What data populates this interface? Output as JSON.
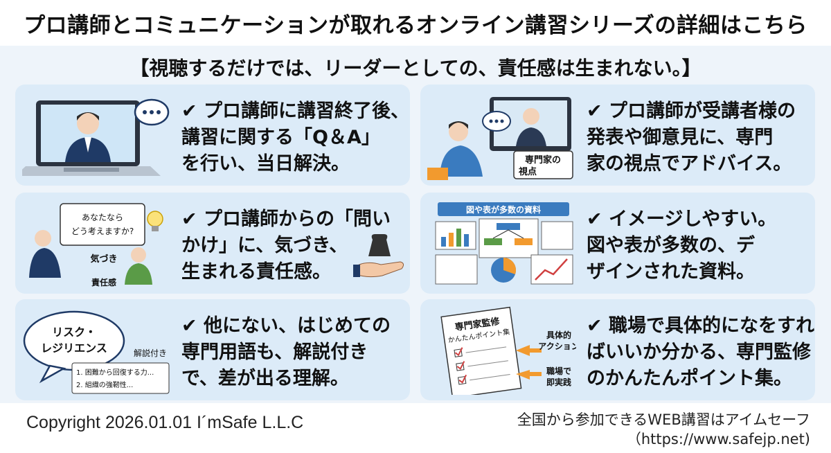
{
  "header": {
    "title": "プロ講師とコミュニケーションが取れるオンライン講習シリーズの詳細はこちら",
    "subtitle": "【視聴するだけでは、リーダーとしての、責任感は生まれない。】"
  },
  "panels": [
    {
      "lines": [
        "✔ プロ講師に講習終了後、",
        "講習に関する「Q＆A」",
        "を行い、当日解決。"
      ],
      "icons": [
        "laptop-icon",
        "speech-bubble-icon"
      ]
    },
    {
      "lines": [
        "✔ プロ講師が受講者様の",
        "発表や御意見に、専門",
        "家の視点でアドバイス。"
      ],
      "labels": [
        "専門家の",
        "視点"
      ]
    },
    {
      "lines": [
        "✔ プロ講師からの「問い",
        "かけ」に、気づき、",
        "生まれる責任感。"
      ],
      "labels": [
        "あなたなら",
        "どう考えますか?",
        "気づき",
        "責任感"
      ]
    },
    {
      "lines": [
        "✔ イメージしやすい。",
        "図や表が多数の、デ",
        "ザインされた資料。"
      ],
      "labels": [
        "図や表が多数の資料"
      ]
    },
    {
      "lines": [
        "✔ 他にない、はじめての",
        "専門用語も、解説付き",
        "で、差が出る理解。"
      ],
      "labels": [
        "リスク・",
        "レジリエンス",
        "解説付き",
        "1. 困難から回復する力...",
        "2. 組織の強靭性..."
      ]
    },
    {
      "lines": [
        "✔ 職場で具体的になをすれ",
        "ばいいか分かる、専門監修",
        "のかんたんポイント集。"
      ],
      "labels": [
        "専門家監修",
        "かんたんポイント集",
        "具体的",
        "アクション",
        "職場で",
        "即実践"
      ]
    }
  ],
  "footer": {
    "copyright": "Copyright 2026.01.01 I´mSafe L.L.C",
    "promo_line1": "全国から参加できるWEB講習はアイムセーフ",
    "promo_line2": "（https://www.safejp.net)"
  },
  "colors": {
    "panel_bg": "#dcebf8",
    "page_bg": "#eef4fa",
    "accent_orange": "#f29a2e",
    "navy": "#1f3a66"
  }
}
